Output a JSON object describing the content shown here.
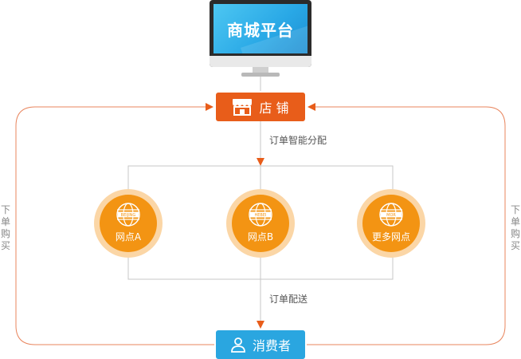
{
  "monitor": {
    "title": "商城平台"
  },
  "store": {
    "label": "店 铺",
    "icon": "storefront-icon"
  },
  "consumer": {
    "label": "消费者",
    "icon": "user-icon"
  },
  "edges": {
    "order_assign": "订单智能分配",
    "order_delivery": "订单配送"
  },
  "side_labels": {
    "left": "下单购买",
    "right": "下单购买"
  },
  "nodes": [
    {
      "label": "网点A",
      "globe_text": "BEIJING"
    },
    {
      "label": "网点B",
      "globe_text": "HEBEI"
    },
    {
      "label": "更多网点",
      "globe_text": "MOR"
    }
  ],
  "colors": {
    "store": "#e85d1a",
    "consumer": "#2aa6e0",
    "node": "#f39413",
    "node_ring": "#fbd6a6",
    "line": "#e8845c"
  }
}
